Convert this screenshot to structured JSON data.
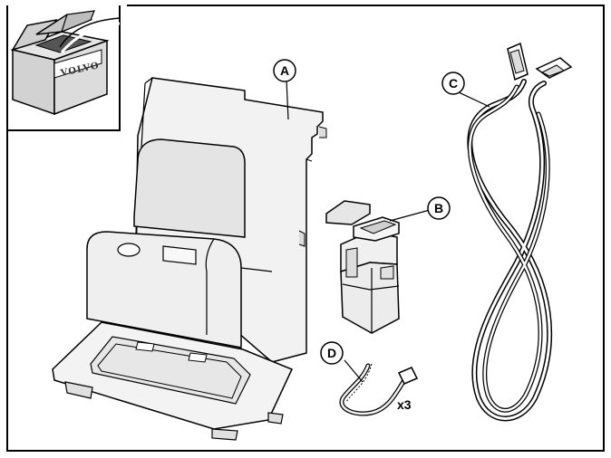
{
  "brand_label": "VOLVO",
  "callouts": {
    "a": "A",
    "b": "B",
    "c": "C",
    "d": "D"
  },
  "quantity_label": "x3",
  "colors": {
    "outline": "#000000",
    "shade_light": "#eeeeee",
    "shade_mid": "#dddddd",
    "shade_dark": "#cccccc",
    "box_gray": "#d9d9d9",
    "background": "#ffffff"
  }
}
